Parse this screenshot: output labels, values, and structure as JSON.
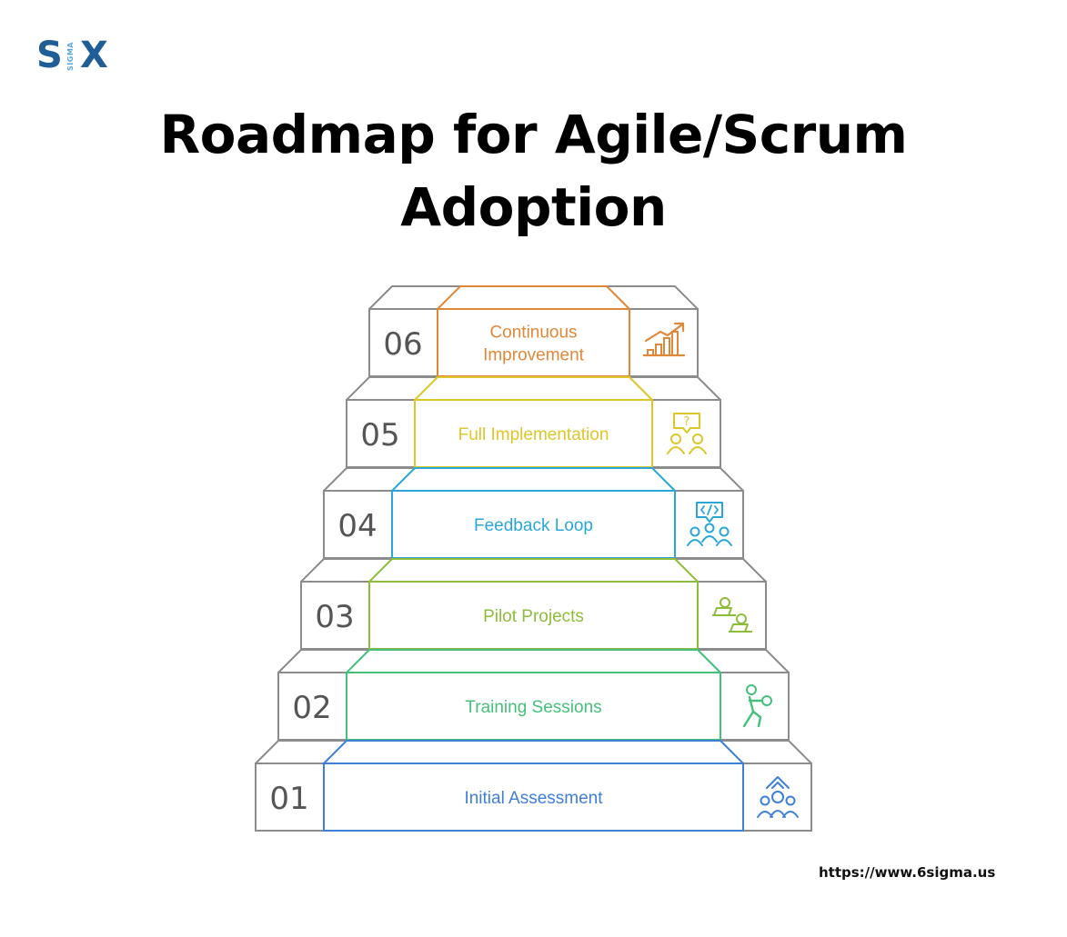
{
  "logo": {
    "s": "S",
    "x": "X",
    "sigma": "SIGMA"
  },
  "title": {
    "line1": "Roadmap for Agile/Scrum",
    "line2": "Adoption"
  },
  "url": "https://www.6sigma.us",
  "steps": [
    {
      "number": "06",
      "label_lines": [
        "Continuous",
        "Improvement"
      ],
      "color": "#e0883a",
      "icon": "growth-chart-icon"
    },
    {
      "number": "05",
      "label_lines": [
        "Full Implementation"
      ],
      "color": "#dcc62a",
      "icon": "question-discussion-icon"
    },
    {
      "number": "04",
      "label_lines": [
        "Feedback Loop"
      ],
      "color": "#2aa7d8",
      "icon": "code-team-icon"
    },
    {
      "number": "03",
      "label_lines": [
        "Pilot Projects"
      ],
      "color": "#8dbd3a",
      "icon": "workers-at-laptops-icon"
    },
    {
      "number": "02",
      "label_lines": [
        "Training Sessions"
      ],
      "color": "#45c07a",
      "icon": "exercise-person-icon"
    },
    {
      "number": "01",
      "label_lines": [
        "Initial Assessment"
      ],
      "color": "#3f7fd6",
      "icon": "team-upgrade-icon"
    }
  ]
}
